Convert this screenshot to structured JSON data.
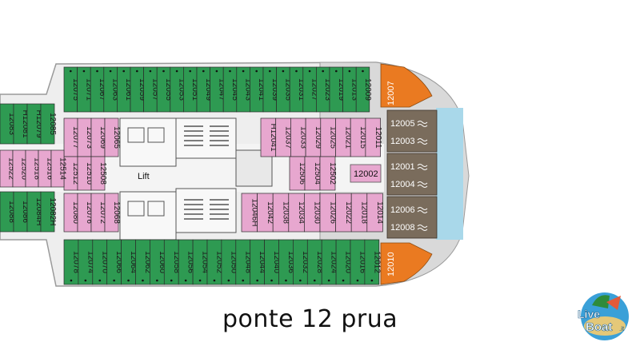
{
  "caption": "ponte 12 prua",
  "lift_label": "Lift",
  "logo": {
    "text_top": "Live",
    "text_bottom": "Boat",
    "suffix": ".it"
  },
  "colors": {
    "green": "#2e9a52",
    "pink": "#e7a7cf",
    "brown": "#7a6c5c",
    "orange": "#ea7a21",
    "water": "#a9d8ea",
    "hull": "#d4d4d4",
    "floor": "#eeeeee"
  },
  "cabins": {
    "green_top": [
      "12075",
      "12071",
      "12067",
      "12063",
      "12061",
      "12059",
      "12057",
      "12055",
      "12053",
      "12051",
      "12049",
      "12047",
      "12045",
      "12043",
      "12041",
      "12039",
      "12035",
      "12031",
      "12027",
      "12023",
      "12019",
      "12013",
      "12009"
    ],
    "green_bottom": [
      "12078",
      "12074",
      "12070",
      "12066",
      "12064",
      "12062",
      "12060",
      "12058",
      "12056",
      "12054",
      "12052",
      "12050",
      "12048",
      "12044",
      "12040",
      "12036",
      "12032",
      "12028",
      "12024",
      "12020",
      "12016",
      "12012"
    ],
    "pink_top": [
      "12077",
      "12073",
      "12069",
      "12065",
      "H12041",
      "12037",
      "12033",
      "12029",
      "12025",
      "12021",
      "12015",
      "12011"
    ],
    "pink_mid_left": [
      "12512",
      "12510",
      "12508"
    ],
    "pink_mid_right": [
      "12506",
      "12504",
      "12502"
    ],
    "pink_bottom": [
      "12080",
      "12076",
      "12072",
      "12068",
      "12046H",
      "12042",
      "12038",
      "12034",
      "12030",
      "12026",
      "12022",
      "12018",
      "12014"
    ],
    "left_green_top": [
      "12083",
      "H12081",
      "H12079",
      "12085"
    ],
    "left_green_bottom": [
      "12088",
      "12086",
      "12084H",
      "12082H"
    ],
    "left_pink": [
      "12522",
      "12520",
      "12518",
      "12516",
      "12514"
    ],
    "center": "12002",
    "suites_top": [
      "12005",
      "12003"
    ],
    "suites_mid": [
      "12001",
      "12004"
    ],
    "suites_bottom": [
      "12006",
      "12008"
    ],
    "orange_top": "12007",
    "orange_bottom": "12010"
  }
}
